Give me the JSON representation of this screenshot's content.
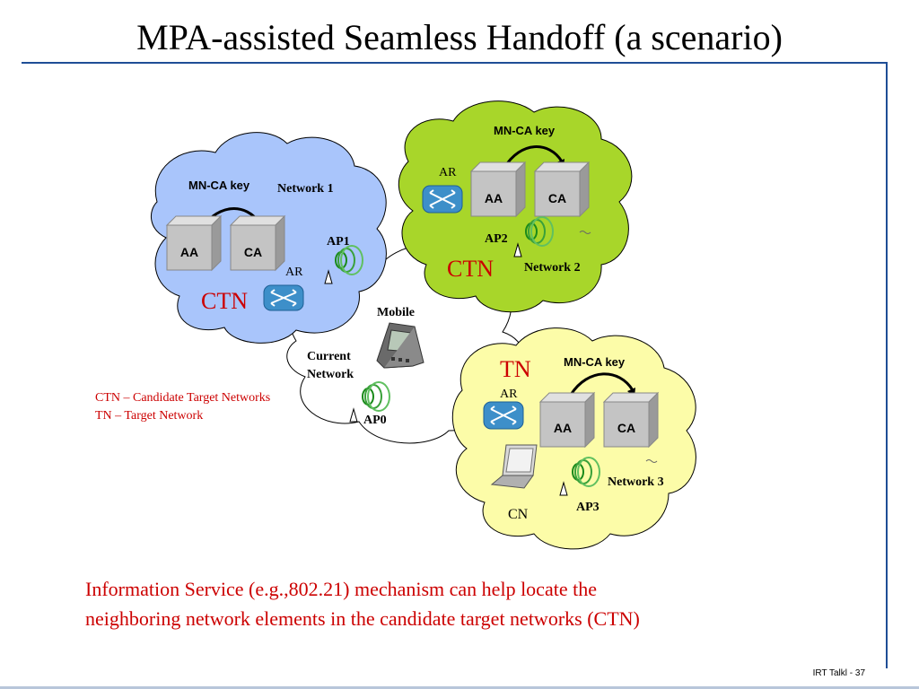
{
  "slide": {
    "title": "MPA-assisted Seamless Handoff (a scenario)",
    "caption_line1": "Information Service (e.g.,802.21) mechanism can help locate the",
    "caption_line2": "neighboring network elements in the candidate target networks (CTN)",
    "footer": "IRT Talkl - 37"
  },
  "legend": {
    "ctn_line": "CTN – Candidate Target Networks",
    "tn_line": "TN – Target Network"
  },
  "current_network": {
    "label_line1": "Current",
    "label_line2": "Network",
    "ap_label": "AP0",
    "mobile_label": "Mobile"
  },
  "network1": {
    "name": "Network 1",
    "key_label": "MN-CA key",
    "aa_label": "AA",
    "ca_label": "CA",
    "ap_label": "AP1",
    "ar_label": "AR",
    "status": "CTN",
    "color": "#a9c5fb"
  },
  "network2": {
    "name": "Network 2",
    "key_label": "MN-CA key",
    "aa_label": "AA",
    "ca_label": "CA",
    "ap_label": "AP2",
    "ar_label": "AR",
    "status": "CTN",
    "color": "#a8d62a"
  },
  "network3": {
    "name": "Network 3",
    "key_label": "MN-CA key",
    "aa_label": "AA",
    "ca_label": "CA",
    "ap_label": "AP3",
    "ar_label": "AR",
    "status": "TN",
    "cn_label": "CN",
    "color": "#fcfca8"
  },
  "colors": {
    "accent_red": "#cc0000",
    "rule_blue": "#1f4e96",
    "router_blue": "#3d8fc9",
    "box_gray": "#b8b8b8"
  }
}
